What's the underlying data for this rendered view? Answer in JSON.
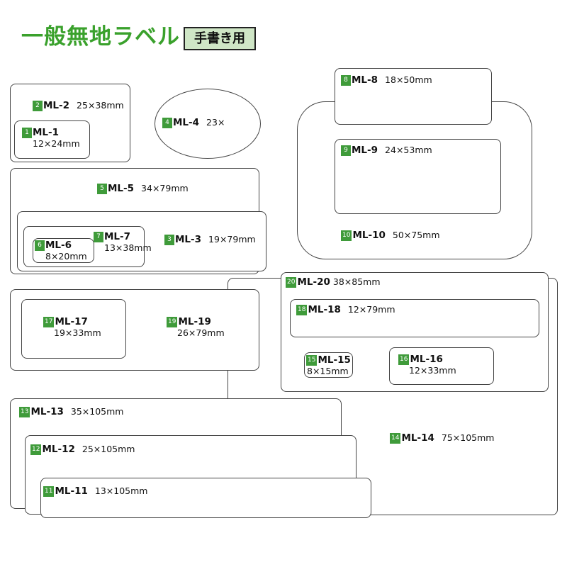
{
  "title": "一般無地ラベル",
  "badge": "手書き用",
  "labels": {
    "ml1": {
      "num": "1",
      "name": "ML-1",
      "size": "12×24mm"
    },
    "ml2": {
      "num": "2",
      "name": "ML-2",
      "size": "25×38mm"
    },
    "ml3": {
      "num": "3",
      "name": "ML-3",
      "size": "19×79mm"
    },
    "ml4": {
      "num": "4",
      "name": "ML-4",
      "size": "23×"
    },
    "ml5": {
      "num": "5",
      "name": "ML-5",
      "size": "34×79mm"
    },
    "ml6": {
      "num": "6",
      "name": "ML-6",
      "size": "8×20mm"
    },
    "ml7": {
      "num": "7",
      "name": "ML-7",
      "size": "13×38mm"
    },
    "ml8": {
      "num": "8",
      "name": "ML-8",
      "size": "18×50mm"
    },
    "ml9": {
      "num": "9",
      "name": "ML-9",
      "size": "24×53mm"
    },
    "ml10": {
      "num": "10",
      "name": "ML-10",
      "size": "50×75mm"
    },
    "ml11": {
      "num": "11",
      "name": "ML-11",
      "size": "13×105mm"
    },
    "ml12": {
      "num": "12",
      "name": "ML-12",
      "size": "25×105mm"
    },
    "ml13": {
      "num": "13",
      "name": "ML-13",
      "size": "35×105mm"
    },
    "ml14": {
      "num": "14",
      "name": "ML-14",
      "size": "75×105mm"
    },
    "ml15": {
      "num": "15",
      "name": "ML-15",
      "size": "8×15mm"
    },
    "ml16": {
      "num": "16",
      "name": "ML-16",
      "size": "12×33mm"
    },
    "ml17": {
      "num": "17",
      "name": "ML-17",
      "size": "19×33mm"
    },
    "ml18": {
      "num": "18",
      "name": "ML-18",
      "size": "12×79mm"
    },
    "ml19": {
      "num": "19",
      "name": "ML-19",
      "size": "26×79mm"
    },
    "ml20": {
      "num": "20",
      "name": "ML-20",
      "size": "38×85mm"
    }
  }
}
